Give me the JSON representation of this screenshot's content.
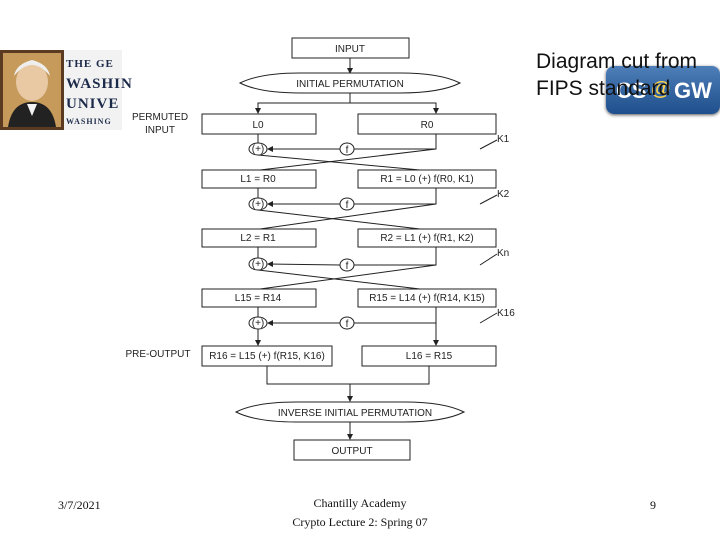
{
  "logo": {
    "line1": "THE GE",
    "line2": "WASHIN",
    "line3": "UNIVE",
    "line4": "WASHING"
  },
  "badge": {
    "text_left": "CS",
    "at": "@",
    "text_right": "GW"
  },
  "caption": "Diagram cut from FIPS standard",
  "diagram": {
    "input": "INPUT",
    "initial_permutation": "INITIAL PERMUTATION",
    "permuted_input": [
      "PERMUTED",
      "INPUT"
    ],
    "l0": "L0",
    "r0": "R0",
    "k1": "K1",
    "k2": "K2",
    "kn": "Kn",
    "k16": "K16",
    "xor": "(+)",
    "f": "f",
    "l1": "L1 = R0",
    "r1": "R1 = L0 (+) f(R0, K1)",
    "l2": "L2 = R1",
    "r2": "R2 = L1 (+) f(R1, K2)",
    "l15": "L15 = R14",
    "r15": "R15 = L14 (+) f(R14, K15)",
    "pre_output": "PRE-OUTPUT",
    "r16": "R16 = L15 (+) f(R15, K16)",
    "l16": "L16 = R15",
    "inverse_permutation": "INVERSE INITIAL PERMUTATION",
    "output": "OUTPUT"
  },
  "footer": {
    "date": "3/7/2021",
    "center_line1": "Chantilly Academy",
    "center_line2": "Crypto Lecture 2: Spring 07",
    "page": "9"
  }
}
